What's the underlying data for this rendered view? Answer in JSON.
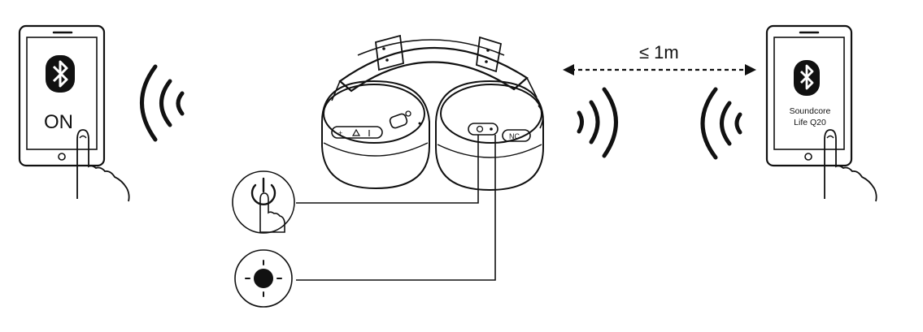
{
  "colors": {
    "ink": "#111111",
    "background": "#ffffff",
    "button_circle_fill": "#efefef"
  },
  "left_phone": {
    "icon": "bluetooth-icon",
    "status_label": "ON"
  },
  "right_phone": {
    "icon": "bluetooth-icon",
    "device_name_line1": "Soundcore",
    "device_name_line2": "Life Q20"
  },
  "distance": {
    "label": "≤ 1m"
  },
  "headphones": {
    "nc_button_label": "NC"
  },
  "callouts": [
    {
      "icon": "power-button-press-icon"
    },
    {
      "icon": "led-indicator-icon"
    }
  ]
}
